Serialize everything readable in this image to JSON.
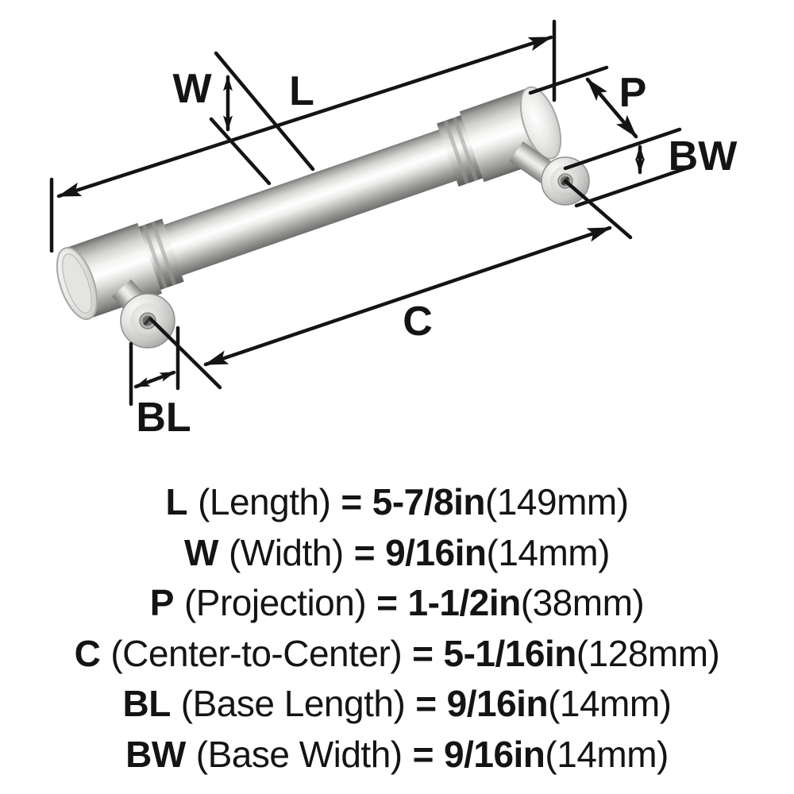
{
  "page": {
    "background": "#ffffff"
  },
  "diagram": {
    "labels": {
      "w": "W",
      "l": "L",
      "p": "P",
      "bw": "BW",
      "c": "C",
      "bl": "BL"
    },
    "line_color": "#141414",
    "metal_colors": {
      "highlight": "#ffffff",
      "light": "#f2f2f0",
      "mid": "#c6c6c4",
      "dark": "#7a7a78"
    }
  },
  "legend": {
    "rows": [
      {
        "symbol": "L",
        "name": "(Length)",
        "eq": "=",
        "value": "5-7/8in",
        "metric": "(149mm)"
      },
      {
        "symbol": "W",
        "name": "(Width)",
        "eq": "=",
        "value": "9/16in",
        "metric": "(14mm)"
      },
      {
        "symbol": "P",
        "name": "(Projection)",
        "eq": "=",
        "value": "1-1/2in",
        "metric": "(38mm)"
      },
      {
        "symbol": "C",
        "name": "(Center-to-Center)",
        "eq": "=",
        "value": "5-1/16in",
        "metric": "(128mm)"
      },
      {
        "symbol": "BL",
        "name": "(Base Length)",
        "eq": "=",
        "value": "9/16in",
        "metric": "(14mm)"
      },
      {
        "symbol": "BW",
        "name": "(Base Width)",
        "eq": "=",
        "value": "9/16in",
        "metric": "(14mm)"
      }
    ]
  }
}
